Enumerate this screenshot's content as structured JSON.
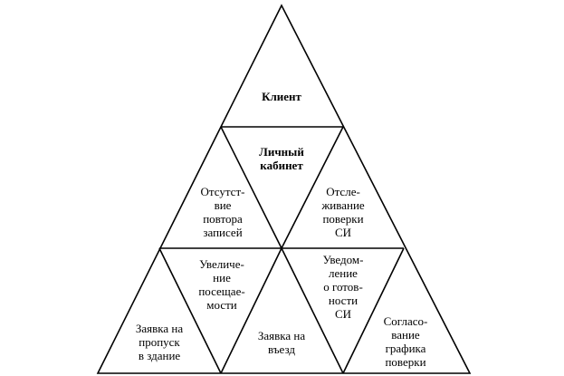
{
  "diagram": {
    "cells": {
      "client": [
        "Клиент"
      ],
      "personal_account": [
        "Личный",
        "кабинет"
      ],
      "no_duplicate_records": [
        "Отсутст-",
        "вие",
        "повтора",
        "записей"
      ],
      "tracking_verification": [
        "Отсле-",
        "живание",
        "поверки",
        "СИ"
      ],
      "attendance_increase": [
        "Увеличе-",
        "ние",
        "посещае-",
        "мости"
      ],
      "readiness_notification": [
        "Уведом-",
        "ление",
        "о готов-",
        "ности",
        "СИ"
      ],
      "building_pass_request": [
        "Заявка на",
        "пропуск",
        "в здание"
      ],
      "entry_request": [
        "Заявка на",
        "въезд"
      ],
      "schedule_agreement": [
        "Согласо-",
        "вание",
        "графика",
        "поверки"
      ]
    }
  }
}
